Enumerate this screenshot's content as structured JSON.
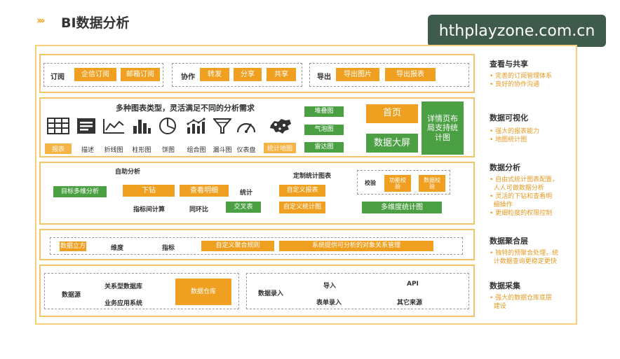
{
  "header": {
    "chevrons": "›››",
    "title": "BI数据分析"
  },
  "watermark": "hthplayzone.com.cn",
  "row1": {
    "subscribe": {
      "label": "订阅",
      "buttons": [
        "企信订阅",
        "邮箱订阅"
      ]
    },
    "collab": {
      "label": "协作",
      "buttons": [
        "转发",
        "分享",
        "共享"
      ]
    },
    "export": {
      "label": "导出",
      "buttons": [
        "导出图片",
        "导出报表"
      ]
    }
  },
  "row2": {
    "heading": "多种图表类型，灵活满足不同的分析需求",
    "charts": [
      {
        "icon": "table-icon",
        "label": "报表"
      },
      {
        "icon": "text-icon",
        "label": "描述"
      },
      {
        "icon": "line-chart-icon",
        "label": "折线图"
      },
      {
        "icon": "bar-chart-icon",
        "label": "柱形图"
      },
      {
        "icon": "pie-chart-icon",
        "label": "饼图"
      },
      {
        "icon": "combo-chart-icon",
        "label": "组合图"
      },
      {
        "icon": "funnel-icon",
        "label": "漏斗图"
      },
      {
        "icon": "gauge-icon",
        "label": "仪表盘"
      },
      {
        "icon": "map-icon",
        "label": "统计地图"
      }
    ],
    "extra_charts": [
      "堆叠图",
      "气泡图",
      "雷达图"
    ],
    "home": "首页",
    "bigscreen": "数据大屏",
    "detail": "详情页布局支持统计图"
  },
  "row3": {
    "self_analysis": "自助分析",
    "drill_multi": "目标多维分析",
    "drill": "下钻",
    "detail_view": "查看明细",
    "stat": "统计",
    "indicator_calc": "指标间计算",
    "yoy": "同环比",
    "crosstab": "交叉表",
    "custom_title": "定制统计图表",
    "custom_report": "自定义报表",
    "custom_chart": "自定义统计图",
    "verify": "校验",
    "func_verify": "功能校验",
    "data_verify": "数据校验",
    "multi_dim": "多维度统计图"
  },
  "row4": {
    "cube": "数据立方",
    "dimension": "维度",
    "indicator": "指标",
    "custom_rule": "自定义聚合规则",
    "relation": "系统提供可分析的对象关系管理"
  },
  "row5": {
    "datasource": "数据源",
    "rdb": "关系型数据库",
    "business": "业务应用系统",
    "warehouse": "数据仓库",
    "entry": "数据录入",
    "import": "导入",
    "api": "API",
    "form": "表单录入",
    "other": "其它来源"
  },
  "side": [
    {
      "title": "查看与共享",
      "bullets": [
        "完善的订阅管理体系",
        "良好的协作沟通"
      ]
    },
    {
      "title": "数据可视化",
      "bullets": [
        "强大的报表能力",
        "地图统计图"
      ]
    },
    {
      "title": "数据分析",
      "bullets": [
        "自由式统计图表配置，",
        "人人可做数据分析",
        "灵活的下钻和查看明",
        "细操作",
        "更细粒度的权限控制"
      ]
    },
    {
      "title": "数据聚合层",
      "bullets": [
        "独特的预聚合处理，统",
        "计数据查询更稳定更快"
      ]
    },
    {
      "title": "数据采集",
      "bullets": [
        "强大的数据仓库底层",
        "建设"
      ]
    }
  ]
}
